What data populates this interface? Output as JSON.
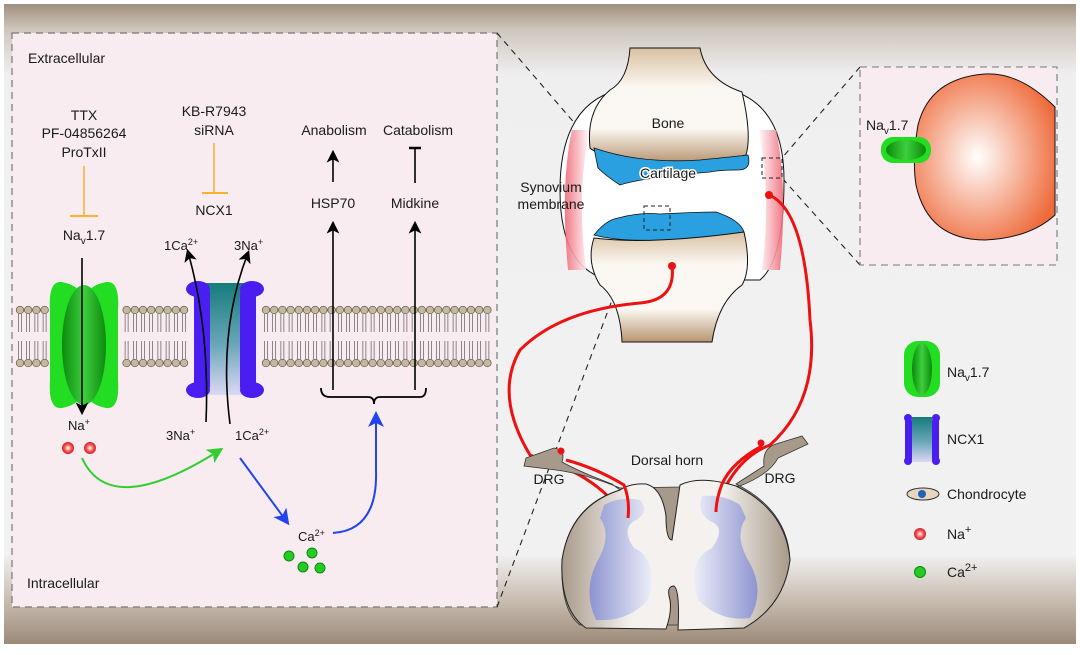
{
  "colors": {
    "panel_bg": "#f8ecf1",
    "inhibitor": "#f5b22a",
    "nav17_green": "#22dd22",
    "ncx1_purple": "#4a1ef0",
    "ncx1_pore": "#1a7f80",
    "na_ion": "#ee3333",
    "ca_ion": "#22cc22",
    "green_arrow": "#2fcf2f",
    "blue_arrow": "#2244ee",
    "nerve": "#ee1111",
    "cartilage": "#2aa0e0",
    "bone": "#e8d6c0",
    "chondrocyte_soma": "#f08060"
  },
  "left_panel": {
    "extracellular_label": "Extracellular",
    "intracellular_label": "Intracellular",
    "nav_inhibitors": [
      "TTX",
      "PF-04856264",
      "ProTxII"
    ],
    "nav_label": {
      "main": "Na",
      "sub": "v",
      "rest": "1.7"
    },
    "ncx_inhibitors": [
      "KB-R7943",
      "siRNA"
    ],
    "ncx_label": "NCX1",
    "ncx_top_left": {
      "main": "1Ca",
      "sup": "2+"
    },
    "ncx_top_right": {
      "main": "3Na",
      "sup": "+"
    },
    "ncx_bottom_left": {
      "main": "3Na",
      "sup": "+"
    },
    "ncx_bottom_right": {
      "main": "1Ca",
      "sup": "2+"
    },
    "na_in_label": {
      "main": "Na",
      "sup": "+"
    },
    "ca_in_label": {
      "main": "Ca",
      "sup": "2+"
    },
    "anabolism": "Anabolism",
    "catabolism": "Catabolism",
    "hsp70": "HSP70",
    "midkine": "Midkine"
  },
  "joint": {
    "bone_label": "Bone",
    "cartilage_label": "Cartilage",
    "synovium_label": [
      "Synovium",
      "membrane"
    ]
  },
  "spinal": {
    "dorsal_horn_label": "Dorsal horn",
    "drg_left": "DRG",
    "drg_right": "DRG"
  },
  "inset": {
    "nav_label": {
      "main": "Na",
      "sub": "v",
      "rest": "1.7"
    }
  },
  "legend": {
    "items": [
      {
        "key": "nav17",
        "label": {
          "main": "Na",
          "sub": "v",
          "rest": "1.7"
        }
      },
      {
        "key": "ncx1",
        "label": {
          "main": "NCX1"
        }
      },
      {
        "key": "chondrocyte",
        "label": {
          "main": "Chondrocyte"
        }
      },
      {
        "key": "na",
        "label": {
          "main": "Na",
          "sup": "+"
        }
      },
      {
        "key": "ca",
        "label": {
          "main": "Ca",
          "sup": "2+"
        }
      }
    ]
  }
}
